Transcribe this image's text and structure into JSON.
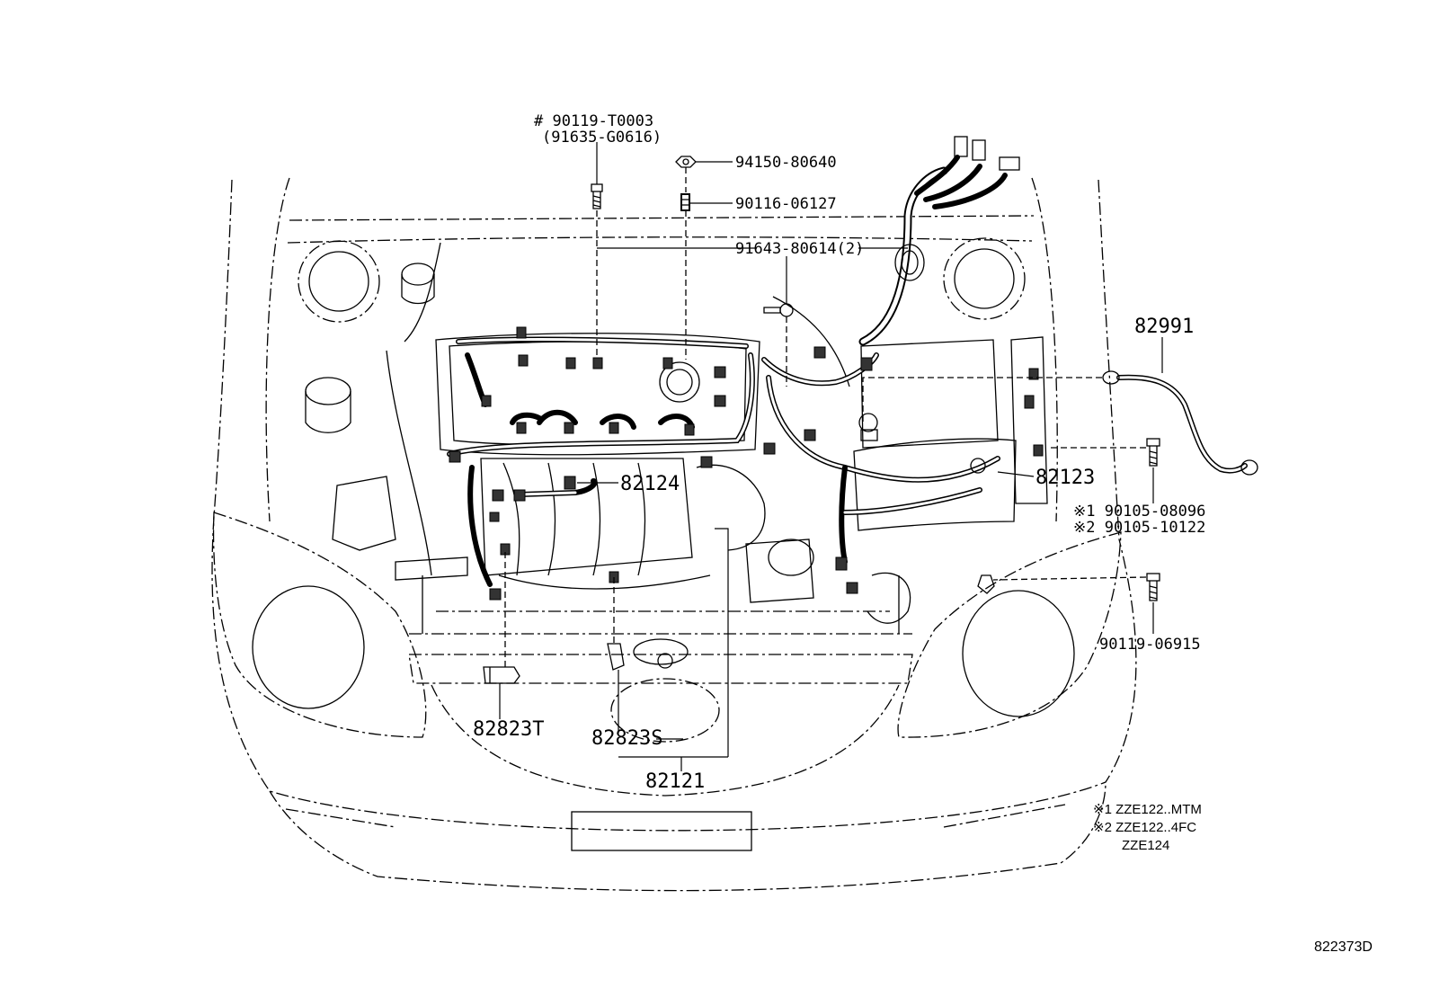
{
  "labels": {
    "p90119_T0003": "# 90119-T0003",
    "p91635_G0616": "(91635-G0616)",
    "p94150_80640": "94150-80640",
    "p90116_06127": "90116-06127",
    "p91643_80614": "91643-80614(2)",
    "p82991": "82991",
    "p82124": "82124",
    "p82123": "82123",
    "p90105_08096": "※1 90105-08096",
    "p90105_10122": "※2 90105-10122",
    "p90119_06915": "90119-06915",
    "p82823T": "82823T",
    "p82823S": "82823S",
    "p82121": "82121"
  },
  "notes": {
    "note1": "※1 ZZE122..MTM",
    "note2": "※2 ZZE122..4FC",
    "note3": "ZZE124"
  },
  "diagram_code": "822373D"
}
